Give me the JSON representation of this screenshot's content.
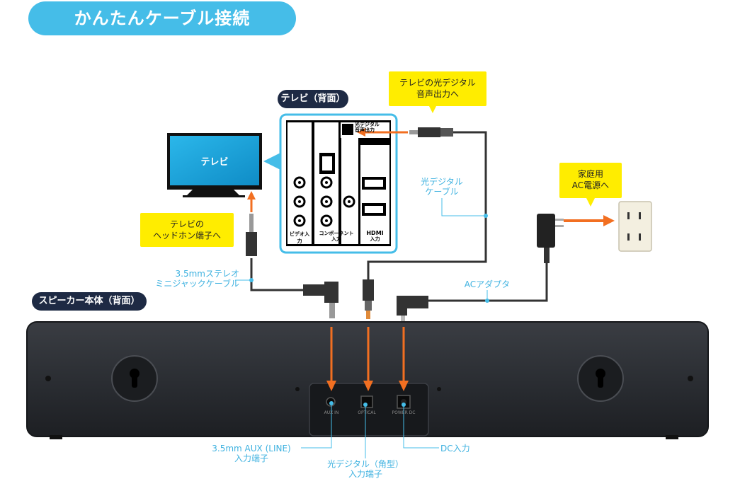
{
  "title": "かんたんケーブル接続",
  "tv_back_label": "テレビ（背面）",
  "tv_screen_label": "テレビ",
  "speaker_back_label": "スピーカー本体（背面）",
  "callouts": {
    "optical_out": [
      "テレビの光デジタル",
      "音声出力へ"
    ],
    "headphone": [
      "テレビの",
      "ヘッドホン端子へ"
    ],
    "outlet": [
      "家庭用",
      "AC電源へ"
    ]
  },
  "cables": {
    "optical": [
      "光デジタル",
      "ケーブル"
    ],
    "stereo": [
      "3.5mmステレオ",
      "ミニジャックケーブル"
    ],
    "ac_adapter": "ACアダプタ"
  },
  "tv_panel": {
    "optical_tag": [
      "光デジタル",
      "音声出力"
    ],
    "video_in": "ビデオ入力",
    "component_in": [
      "コンポーネント",
      "入力"
    ],
    "hdmi": "HDMI",
    "hdmi_in": "入力"
  },
  "speaker_ports": {
    "aux_small": "AUX IN",
    "optical_small": "OPTICAL",
    "dc_small": "POWER DC"
  },
  "bottom_labels": {
    "aux": [
      "3.5mm AUX (LINE)",
      "入力端子"
    ],
    "optical": [
      "光デジタル（角型）",
      "入力端子"
    ],
    "dc": "DC入力"
  },
  "colors": {
    "accent_blue": "#45bde8",
    "arrow_orange": "#f26f21",
    "callout_yellow": "#ffed00",
    "navy": "#1e2a44",
    "tv_blue": "#1aa3d8"
  },
  "icons": [
    "tv-icon",
    "outlet-icon",
    "ac-adapter-icon",
    "optical-plug-icon",
    "stereo-plug-icon",
    "dc-plug-icon"
  ]
}
